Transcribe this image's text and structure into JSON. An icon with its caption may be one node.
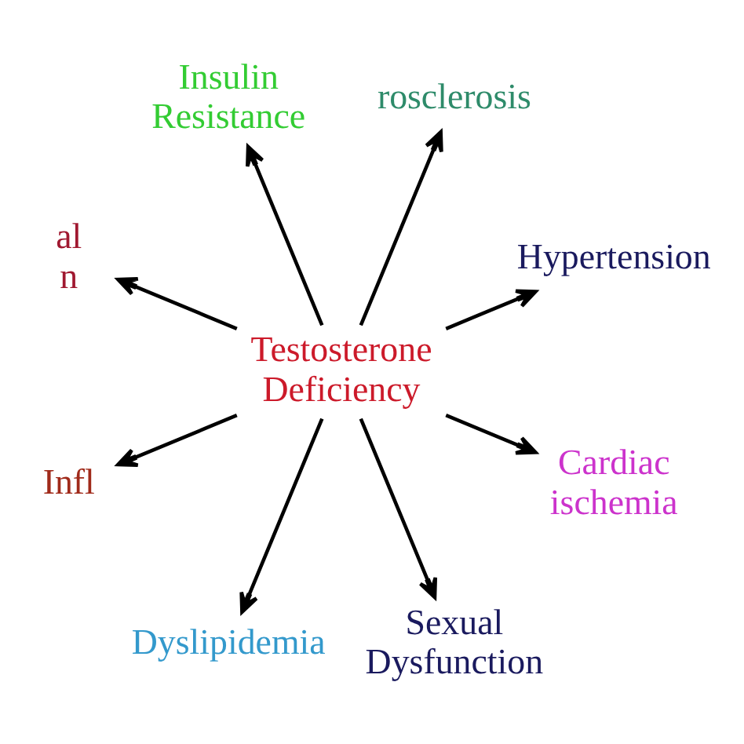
{
  "diagram": {
    "nodes": [
      {
        "text": [
          "Hypertension"
        ]
      },
      {
        "text": [
          "rosclerosis"
        ]
      },
      {
        "text": [
          "Insulin Resistance"
        ]
      },
      {
        "text": [
          "al n"
        ]
      },
      {
        "text": [
          "Testosterone Deficiency"
        ]
      },
      {
        "text": [
          "Infl"
        ]
      },
      {
        "text": [
          "Dyslipidemia"
        ]
      },
      {
        "text": [
          "Sexual Dysfunction"
        ]
      },
      {
        "text": [
          "Cardiac ischemia"
        ]
      }
    ],
    "edges": [
      {
        "from": 4,
        "to": 0,
        "arrow": "to"
      },
      {
        "from": 4,
        "to": 2,
        "arrow": "to"
      },
      {
        "from": 4,
        "to": 5,
        "arrow": "to"
      },
      {
        "from": 4,
        "to": 7,
        "arrow": "to"
      },
      {
        "from": 4,
        "to": 8,
        "arrow": "to"
      },
      {
        "from": 4,
        "to": 6,
        "arrow": "to"
      },
      {
        "from": 4,
        "to": 3,
        "arrow": "to"
      },
      {
        "from": 4,
        "to": 1,
        "arrow": "to"
      }
    ]
  }
}
